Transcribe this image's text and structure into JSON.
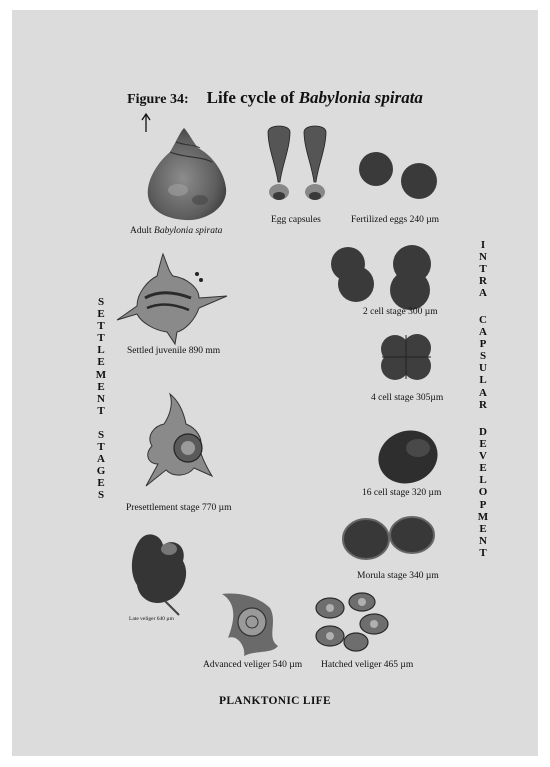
{
  "figure": {
    "label": "Figure 34:",
    "title_prefix": "Life cycle of ",
    "title_species": "Babylonia spirata"
  },
  "left_vertical": {
    "word1": "SETTLEMENT",
    "word2": "STAGES"
  },
  "right_vertical": {
    "word1": "INTRA",
    "word2": "CAPSULAR",
    "word3": "DEVELOPMENT"
  },
  "captions": {
    "adult_prefix": "Adult ",
    "adult_species": "Babylonia spirata",
    "egg_capsules": "Egg capsules",
    "fertilized_eggs": "Fertilized eggs 240 µm",
    "two_cell": "2 cell stage 300 µm",
    "four_cell": "4 cell stage 305µm",
    "sixteen_cell": "16 cell stage 320 µm",
    "morula": "Morula stage 340 µm",
    "hatched_veliger": "Hatched veliger 465 µm",
    "advanced_veliger": "Advanced veliger 540 µm",
    "late_veliger": "Late veliger 640 µm",
    "presettlement": "Presettlement stage 770 µm",
    "settled_juvenile": "Settled juvenile  890 mm"
  },
  "footer": "PLANKTONIC LIFE",
  "colors": {
    "page_bg": "#dcdcdc",
    "egg_dark": "#3a3a3a",
    "shell_mid": "#6e6e6e"
  }
}
